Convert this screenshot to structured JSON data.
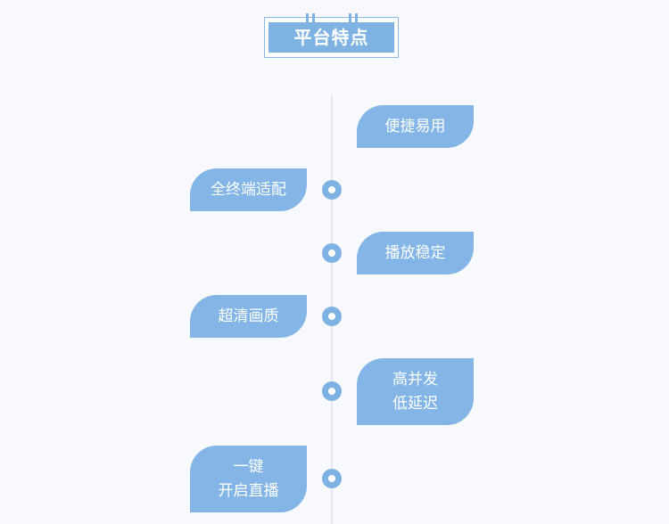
{
  "title": "平台特点",
  "features": [
    {
      "text": "便捷易用"
    },
    {
      "text": "全终端适配"
    },
    {
      "text": "播放稳定"
    },
    {
      "text": "超清画质"
    },
    {
      "line1": "高并发",
      "line2": "低延迟"
    },
    {
      "line1": "一键",
      "line2": "开启直播"
    }
  ],
  "colors": {
    "accent": "#7eb2e3",
    "card": "#83b5e7",
    "line": "#e6e9ef",
    "background": "#f8f9fd"
  }
}
